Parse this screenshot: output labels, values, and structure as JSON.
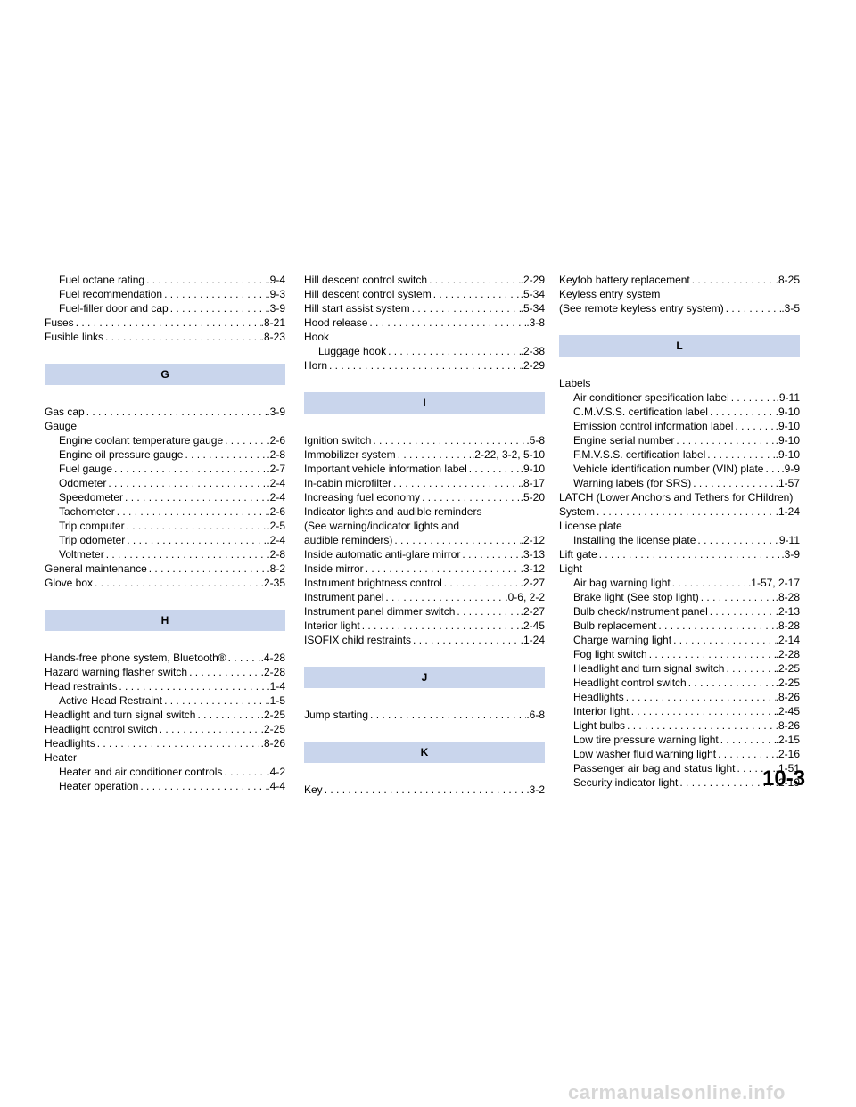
{
  "columns": [
    [
      {
        "k": "entry",
        "level": 1,
        "text": "Fuel octane rating",
        "page": ".9-4"
      },
      {
        "k": "entry",
        "level": 1,
        "text": "Fuel recommendation",
        "page": ".9-3"
      },
      {
        "k": "entry",
        "level": 1,
        "text": "Fuel-filler door and cap",
        "page": ".3-9"
      },
      {
        "k": "entry",
        "level": 0,
        "text": "Fuses",
        "page": ".8-21"
      },
      {
        "k": "entry",
        "level": 0,
        "text": "Fusible links",
        "page": ".8-23"
      },
      {
        "k": "letter",
        "text": "G"
      },
      {
        "k": "entry",
        "level": 0,
        "text": "Gas cap",
        "page": ".3-9"
      },
      {
        "k": "head",
        "level": 0,
        "text": "Gauge"
      },
      {
        "k": "entry",
        "level": 1,
        "text": "Engine coolant temperature gauge",
        "page": ".2-6"
      },
      {
        "k": "entry",
        "level": 1,
        "text": "Engine oil pressure gauge",
        "page": ".2-8"
      },
      {
        "k": "entry",
        "level": 1,
        "text": "Fuel gauge",
        "page": ".2-7"
      },
      {
        "k": "entry",
        "level": 1,
        "text": "Odometer",
        "page": ".2-4"
      },
      {
        "k": "entry",
        "level": 1,
        "text": "Speedometer",
        "page": ".2-4"
      },
      {
        "k": "entry",
        "level": 1,
        "text": "Tachometer",
        "page": ".2-6"
      },
      {
        "k": "entry",
        "level": 1,
        "text": "Trip computer",
        "page": ".2-5"
      },
      {
        "k": "entry",
        "level": 1,
        "text": "Trip odometer",
        "page": ".2-4"
      },
      {
        "k": "entry",
        "level": 1,
        "text": "Voltmeter",
        "page": ".2-8"
      },
      {
        "k": "entry",
        "level": 0,
        "text": "General maintenance",
        "page": ".8-2"
      },
      {
        "k": "entry",
        "level": 0,
        "text": "Glove box",
        "page": ".2-35"
      },
      {
        "k": "letter",
        "text": "H"
      },
      {
        "k": "entry",
        "level": 0,
        "text": "Hands-free phone system, Bluetooth®",
        "page": ".4-28"
      },
      {
        "k": "entry",
        "level": 0,
        "text": "Hazard warning flasher switch",
        "page": ".2-28"
      },
      {
        "k": "entry",
        "level": 0,
        "text": "Head restraints",
        "page": ".1-4"
      },
      {
        "k": "entry",
        "level": 1,
        "text": "Active Head Restraint",
        "page": ".1-5"
      },
      {
        "k": "entry",
        "level": 0,
        "text": "Headlight and turn signal switch",
        "page": ".2-25"
      },
      {
        "k": "entry",
        "level": 0,
        "text": "Headlight control switch",
        "page": ".2-25"
      },
      {
        "k": "entry",
        "level": 0,
        "text": "Headlights",
        "page": ".8-26"
      },
      {
        "k": "head",
        "level": 0,
        "text": "Heater"
      },
      {
        "k": "entry",
        "level": 1,
        "text": "Heater and air conditioner controls",
        "page": ".4-2"
      },
      {
        "k": "entry",
        "level": 1,
        "text": "Heater operation",
        "page": ".4-4"
      }
    ],
    [
      {
        "k": "entry",
        "level": 0,
        "text": "Hill descent control switch",
        "page": ".2-29"
      },
      {
        "k": "entry",
        "level": 0,
        "text": "Hill descent control system",
        "page": ".5-34"
      },
      {
        "k": "entry",
        "level": 0,
        "text": "Hill start assist system",
        "page": ".5-34"
      },
      {
        "k": "entry",
        "level": 0,
        "text": "Hood release",
        "page": ".3-8"
      },
      {
        "k": "head",
        "level": 0,
        "text": "Hook"
      },
      {
        "k": "entry",
        "level": 1,
        "text": "Luggage hook",
        "page": ".2-38"
      },
      {
        "k": "entry",
        "level": 0,
        "text": "Horn",
        "page": ".2-29"
      },
      {
        "k": "letter",
        "text": "I"
      },
      {
        "k": "entry",
        "level": 0,
        "text": "Ignition switch",
        "page": ".5-8"
      },
      {
        "k": "entry",
        "level": 0,
        "text": "Immobilizer system",
        "page": ".2-22, 3-2, 5-10"
      },
      {
        "k": "entry",
        "level": 0,
        "text": "Important vehicle information label",
        "page": ".9-10"
      },
      {
        "k": "entry",
        "level": 0,
        "text": "In-cabin microfilter",
        "page": ".8-17"
      },
      {
        "k": "entry",
        "level": 0,
        "text": "Increasing fuel economy",
        "page": ".5-20"
      },
      {
        "k": "head",
        "level": 0,
        "text": "Indicator lights and audible reminders"
      },
      {
        "k": "head",
        "level": 0,
        "text": "(See warning/indicator lights and"
      },
      {
        "k": "entry",
        "level": 0,
        "text": "audible reminders)",
        "page": ".2-12"
      },
      {
        "k": "entry",
        "level": 0,
        "text": "Inside automatic anti-glare mirror",
        "page": ".3-13"
      },
      {
        "k": "entry",
        "level": 0,
        "text": "Inside mirror",
        "page": ".3-12"
      },
      {
        "k": "entry",
        "level": 0,
        "text": "Instrument brightness control",
        "page": ".2-27"
      },
      {
        "k": "entry",
        "level": 0,
        "text": "Instrument panel",
        "page": ".0-6, 2-2"
      },
      {
        "k": "entry",
        "level": 0,
        "text": "Instrument panel dimmer switch",
        "page": ".2-27"
      },
      {
        "k": "entry",
        "level": 0,
        "text": "Interior light",
        "page": ".2-45"
      },
      {
        "k": "entry",
        "level": 0,
        "text": "ISOFIX child restraints",
        "page": ".1-24"
      },
      {
        "k": "letter",
        "text": "J"
      },
      {
        "k": "entry",
        "level": 0,
        "text": "Jump starting",
        "page": ".6-8"
      },
      {
        "k": "letter",
        "text": "K"
      },
      {
        "k": "entry",
        "level": 0,
        "text": "Key",
        "page": ".3-2"
      }
    ],
    [
      {
        "k": "entry",
        "level": 0,
        "text": "Keyfob battery replacement",
        "page": ".8-25"
      },
      {
        "k": "head",
        "level": 0,
        "text": "Keyless entry system"
      },
      {
        "k": "entry",
        "level": 0,
        "text": "(See remote keyless entry system)",
        "page": ".3-5"
      },
      {
        "k": "letter",
        "text": "L"
      },
      {
        "k": "head",
        "level": 0,
        "text": "Labels"
      },
      {
        "k": "entry",
        "level": 1,
        "text": "Air conditioner specification label",
        "page": ".9-11"
      },
      {
        "k": "entry",
        "level": 1,
        "text": "C.M.V.S.S. certification label",
        "page": ".9-10"
      },
      {
        "k": "entry",
        "level": 1,
        "text": "Emission control information label",
        "page": ".9-10"
      },
      {
        "k": "entry",
        "level": 1,
        "text": "Engine serial number",
        "page": ".9-10"
      },
      {
        "k": "entry",
        "level": 1,
        "text": "F.M.V.S.S. certification label",
        "page": ".9-10"
      },
      {
        "k": "entry",
        "level": 1,
        "text": "Vehicle identification number (VIN) plate",
        "page": ".9-9"
      },
      {
        "k": "entry",
        "level": 1,
        "text": "Warning labels (for SRS)",
        "page": ".1-57"
      },
      {
        "k": "head",
        "level": 0,
        "text": "LATCH (Lower Anchors and Tethers for CHildren)"
      },
      {
        "k": "entry",
        "level": 0,
        "text": "System",
        "page": ".1-24"
      },
      {
        "k": "head",
        "level": 0,
        "text": "License plate"
      },
      {
        "k": "entry",
        "level": 1,
        "text": "Installing the license plate",
        "page": ".9-11"
      },
      {
        "k": "entry",
        "level": 0,
        "text": "Lift gate",
        "page": ".3-9"
      },
      {
        "k": "head",
        "level": 0,
        "text": "Light"
      },
      {
        "k": "entry",
        "level": 1,
        "text": "Air bag warning light",
        "page": ".1-57, 2-17"
      },
      {
        "k": "entry",
        "level": 1,
        "text": "Brake light (See stop light)",
        "page": ".8-28"
      },
      {
        "k": "entry",
        "level": 1,
        "text": "Bulb check/instrument panel",
        "page": ".2-13"
      },
      {
        "k": "entry",
        "level": 1,
        "text": "Bulb replacement",
        "page": ".8-28"
      },
      {
        "k": "entry",
        "level": 1,
        "text": "Charge warning light",
        "page": ".2-14"
      },
      {
        "k": "entry",
        "level": 1,
        "text": "Fog light switch",
        "page": ".2-28"
      },
      {
        "k": "entry",
        "level": 1,
        "text": "Headlight and turn signal switch",
        "page": ".2-25"
      },
      {
        "k": "entry",
        "level": 1,
        "text": "Headlight control switch",
        "page": ".2-25"
      },
      {
        "k": "entry",
        "level": 1,
        "text": "Headlights",
        "page": ".8-26"
      },
      {
        "k": "entry",
        "level": 1,
        "text": "Interior light",
        "page": ".2-45"
      },
      {
        "k": "entry",
        "level": 1,
        "text": "Light bulbs",
        "page": ".8-26"
      },
      {
        "k": "entry",
        "level": 1,
        "text": "Low tire pressure warning light",
        "page": ".2-15"
      },
      {
        "k": "entry",
        "level": 1,
        "text": "Low washer fluid warning light",
        "page": ".2-16"
      },
      {
        "k": "entry",
        "level": 1,
        "text": "Passenger air bag and status light",
        "page": ".1-51"
      },
      {
        "k": "entry",
        "level": 1,
        "text": "Security indicator light",
        "page": ".2-19"
      }
    ]
  ],
  "page_number": "10-3",
  "watermark": "carmanualsonline.info"
}
